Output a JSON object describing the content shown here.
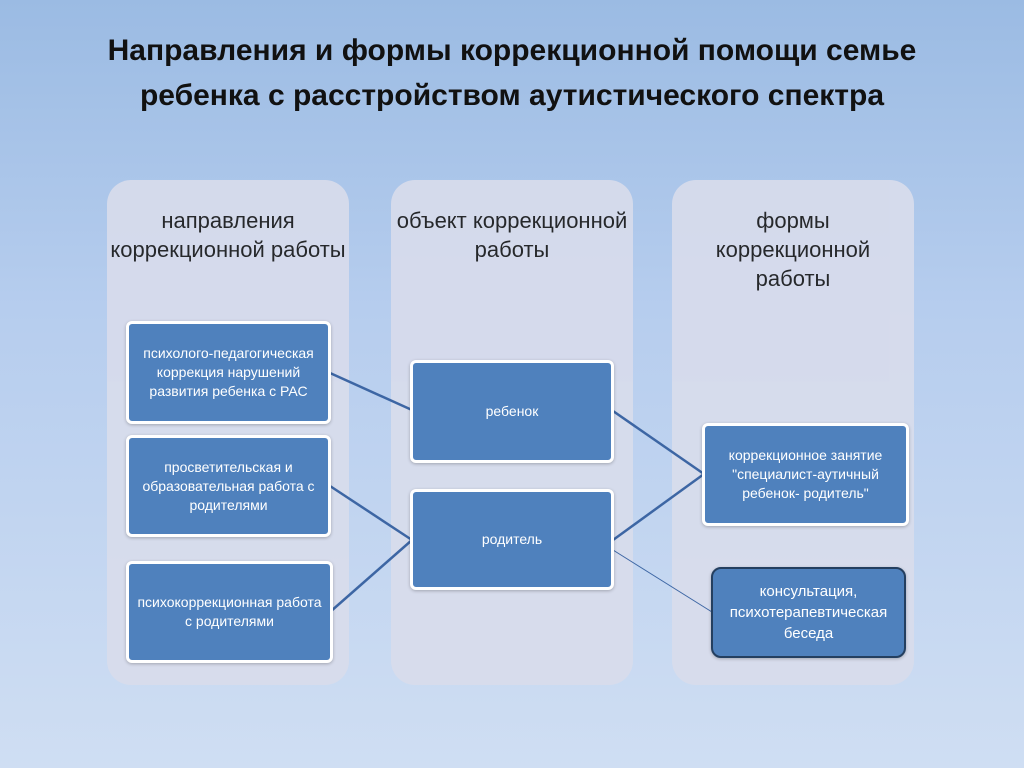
{
  "title": "Направления и формы коррекционной помощи семье ребенка с расстройством аутистического спектра",
  "columns": {
    "directions": "направления коррекционной работы",
    "object": "объект коррекционной работы",
    "forms": "формы коррекционной работы"
  },
  "directions": {
    "psych_ped": "психолого-педагогическая коррекция нарушений развития ребенка с РАС",
    "educational": "просветительская и образовательная работа с родителями",
    "psychocorrection": "психокоррекционная работа с родителями"
  },
  "objects": {
    "child": "ребенок",
    "parent": "родитель"
  },
  "forms": {
    "session": "коррекционное занятие \"специалист-аутичный ребенок- родитель\"",
    "consultation": "консультация, психотерапевтическая беседа"
  },
  "colors": {
    "box_fill": "#4f81bd",
    "connector": "#3d66a4",
    "column_bg": "#d8dcec"
  }
}
